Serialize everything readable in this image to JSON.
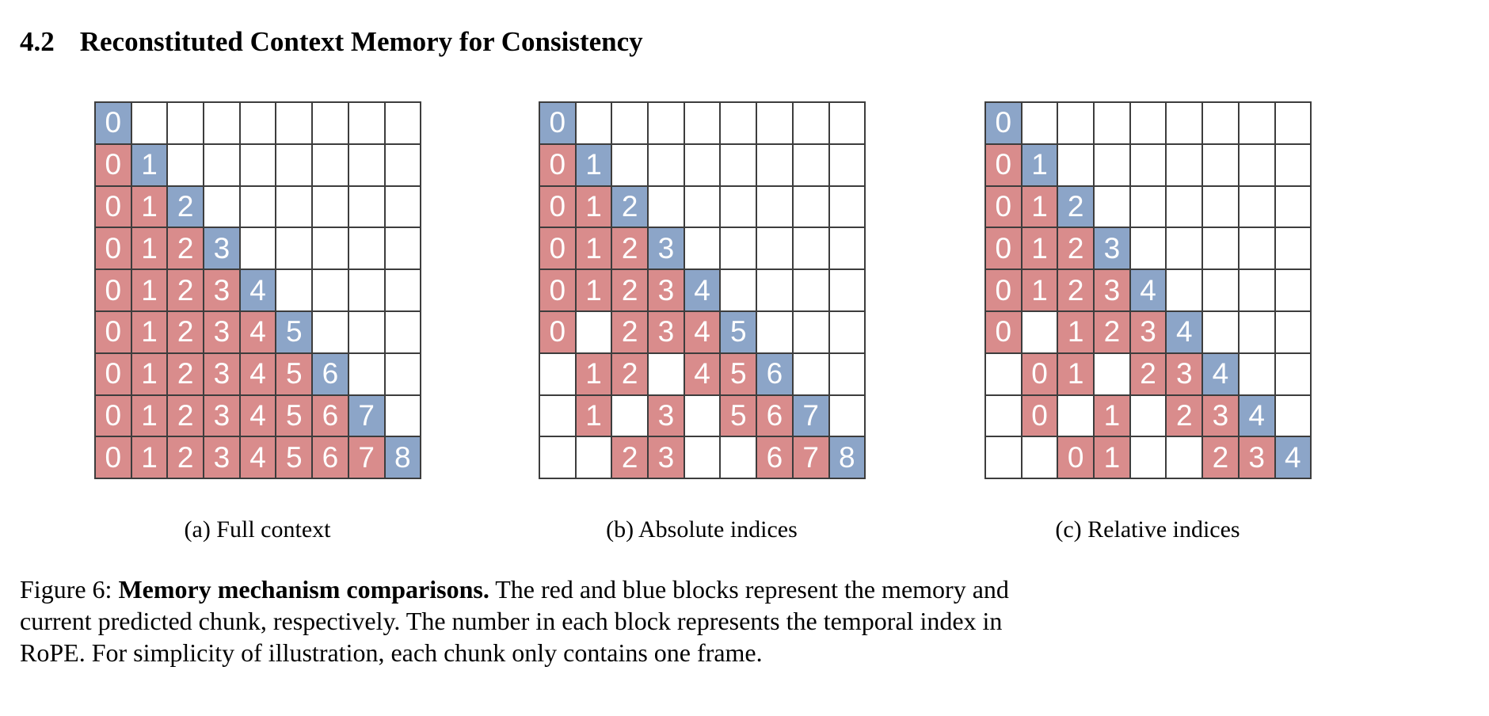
{
  "page": {
    "section_number": "4.2",
    "section_title": "Reconstituted Context Memory for Consistency"
  },
  "colors": {
    "memory_red": "#d98c8c",
    "current_blue": "#8ca5c8",
    "grid_line": "#3d3d3d",
    "cell_text": "#ffffff"
  },
  "figure": {
    "label": "Figure 6:",
    "caption_bold": "Memory mechanism comparisons.",
    "caption_line1_rest": "The red and blue blocks represent the memory and",
    "caption_line2": "current predicted chunk, respectively. The number in each block represents the temporal index in",
    "caption_line3": "RoPE. For simplicity of illustration, each chunk only contains one frame."
  },
  "grids": [
    {
      "id": "a",
      "caption": "(a) Full context",
      "rows": [
        [
          "0c",
          "",
          "",
          "",
          "",
          "",
          "",
          "",
          ""
        ],
        [
          "0m",
          "1c",
          "",
          "",
          "",
          "",
          "",
          "",
          ""
        ],
        [
          "0m",
          "1m",
          "2c",
          "",
          "",
          "",
          "",
          "",
          ""
        ],
        [
          "0m",
          "1m",
          "2m",
          "3c",
          "",
          "",
          "",
          "",
          ""
        ],
        [
          "0m",
          "1m",
          "2m",
          "3m",
          "4c",
          "",
          "",
          "",
          ""
        ],
        [
          "0m",
          "1m",
          "2m",
          "3m",
          "4m",
          "5c",
          "",
          "",
          ""
        ],
        [
          "0m",
          "1m",
          "2m",
          "3m",
          "4m",
          "5m",
          "6c",
          "",
          ""
        ],
        [
          "0m",
          "1m",
          "2m",
          "3m",
          "4m",
          "5m",
          "6m",
          "7c",
          ""
        ],
        [
          "0m",
          "1m",
          "2m",
          "3m",
          "4m",
          "5m",
          "6m",
          "7m",
          "8c"
        ]
      ]
    },
    {
      "id": "b",
      "caption": "(b) Absolute indices",
      "rows": [
        [
          "0c",
          "",
          "",
          "",
          "",
          "",
          "",
          "",
          ""
        ],
        [
          "0m",
          "1c",
          "",
          "",
          "",
          "",
          "",
          "",
          ""
        ],
        [
          "0m",
          "1m",
          "2c",
          "",
          "",
          "",
          "",
          "",
          ""
        ],
        [
          "0m",
          "1m",
          "2m",
          "3c",
          "",
          "",
          "",
          "",
          ""
        ],
        [
          "0m",
          "1m",
          "2m",
          "3m",
          "4c",
          "",
          "",
          "",
          ""
        ],
        [
          "0m",
          "",
          "2m",
          "3m",
          "4m",
          "5c",
          "",
          "",
          ""
        ],
        [
          "",
          "1m",
          "2m",
          "",
          "4m",
          "5m",
          "6c",
          "",
          ""
        ],
        [
          "",
          "1m",
          "",
          "3m",
          "",
          "5m",
          "6m",
          "7c",
          ""
        ],
        [
          "",
          "",
          "2m",
          "3m",
          "",
          "",
          "6m",
          "7m",
          "8c"
        ]
      ]
    },
    {
      "id": "c",
      "caption": "(c) Relative indices",
      "rows": [
        [
          "0c",
          "",
          "",
          "",
          "",
          "",
          "",
          "",
          ""
        ],
        [
          "0m",
          "1c",
          "",
          "",
          "",
          "",
          "",
          "",
          ""
        ],
        [
          "0m",
          "1m",
          "2c",
          "",
          "",
          "",
          "",
          "",
          ""
        ],
        [
          "0m",
          "1m",
          "2m",
          "3c",
          "",
          "",
          "",
          "",
          ""
        ],
        [
          "0m",
          "1m",
          "2m",
          "3m",
          "4c",
          "",
          "",
          "",
          ""
        ],
        [
          "0m",
          "",
          "1m",
          "2m",
          "3m",
          "4c",
          "",
          "",
          ""
        ],
        [
          "",
          "0m",
          "1m",
          "",
          "2m",
          "3m",
          "4c",
          "",
          ""
        ],
        [
          "",
          "0m",
          "",
          "1m",
          "",
          "2m",
          "3m",
          "4c",
          ""
        ],
        [
          "",
          "",
          "0m",
          "1m",
          "",
          "",
          "2m",
          "3m",
          "4c"
        ]
      ]
    }
  ]
}
